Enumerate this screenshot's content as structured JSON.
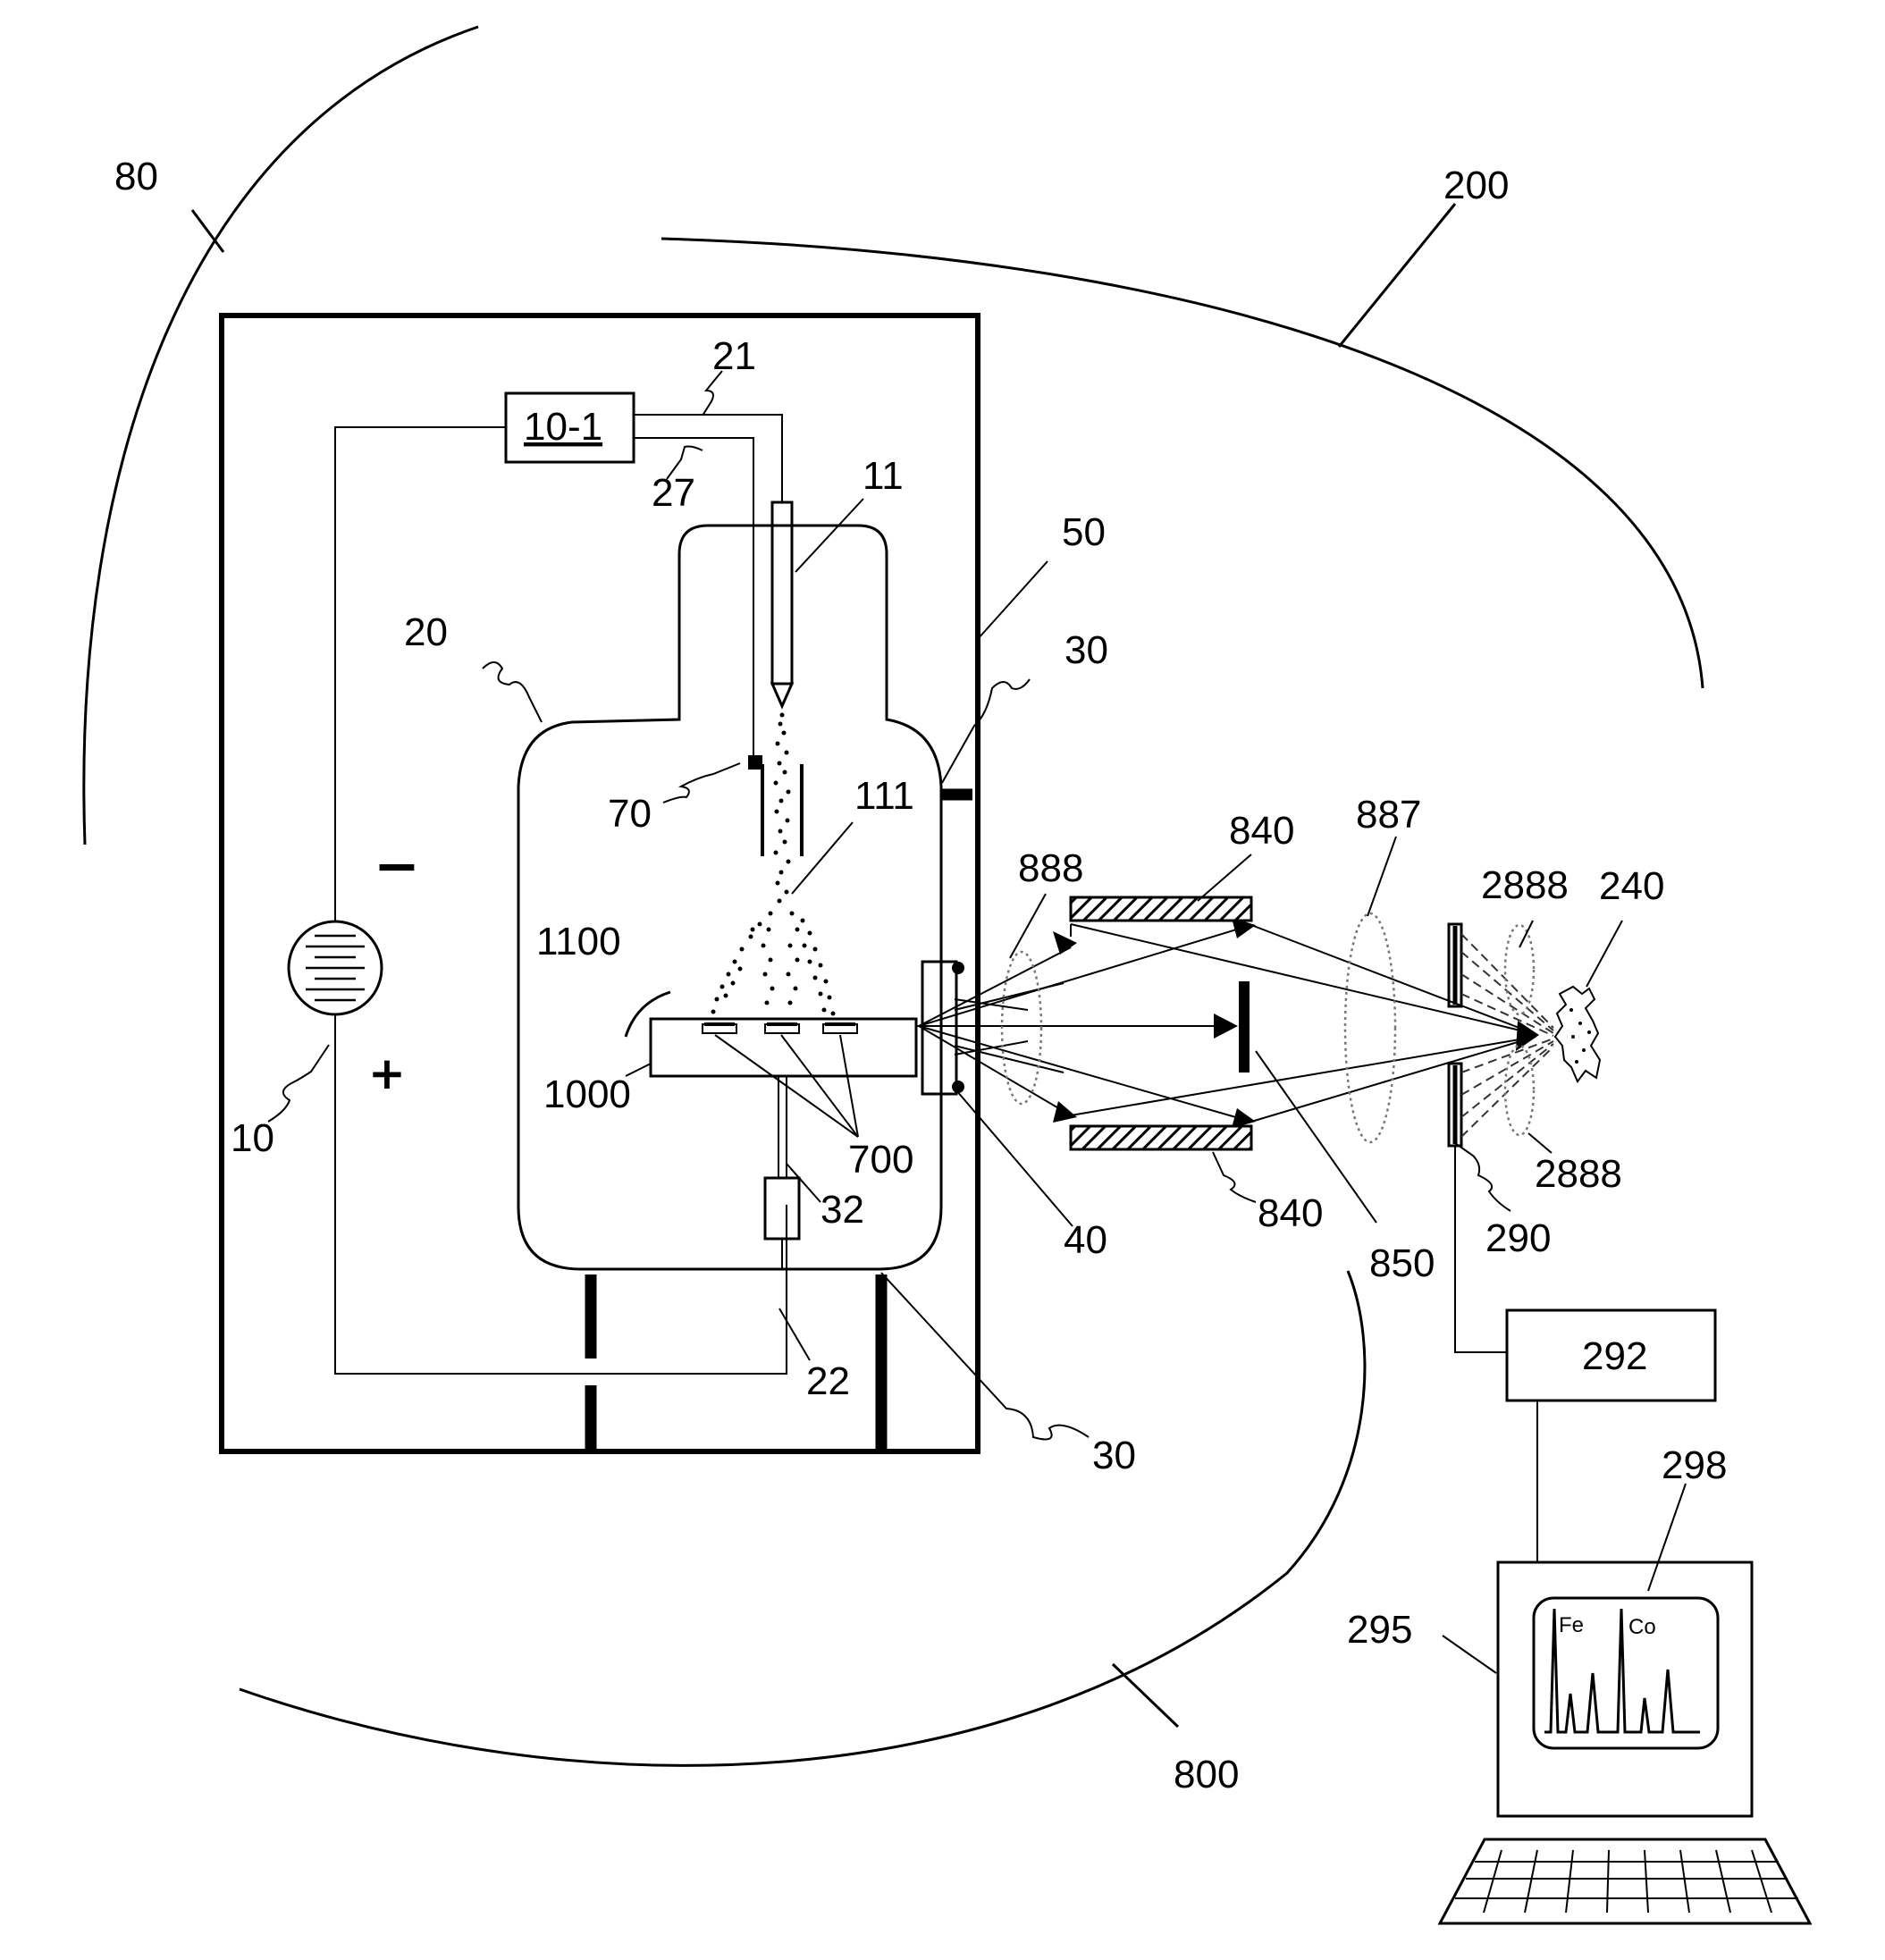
{
  "labels": {
    "l80": "80",
    "l200": "200",
    "l21": "21",
    "l10_1": "10-1",
    "l27": "27",
    "l11": "11",
    "l50": "50",
    "l20": "20",
    "l30_top": "30",
    "l70": "70",
    "l111": "111",
    "l840_top": "840",
    "l887": "887",
    "l888": "888",
    "l2888_top": "2888",
    "l240": "240",
    "l1100": "1100",
    "l1000": "1000",
    "l10": "10",
    "l700": "700",
    "l32": "32",
    "l40": "40",
    "l840_bot": "840",
    "l850": "850",
    "l2888_bot": "2888",
    "l290": "290",
    "l292": "292",
    "l22": "22",
    "l30_bot": "30",
    "l298": "298",
    "l295": "295",
    "l800": "800",
    "minus": "−",
    "plus": "+"
  },
  "screen": {
    "peak_fe": "Fe",
    "peak_co": "Co"
  }
}
